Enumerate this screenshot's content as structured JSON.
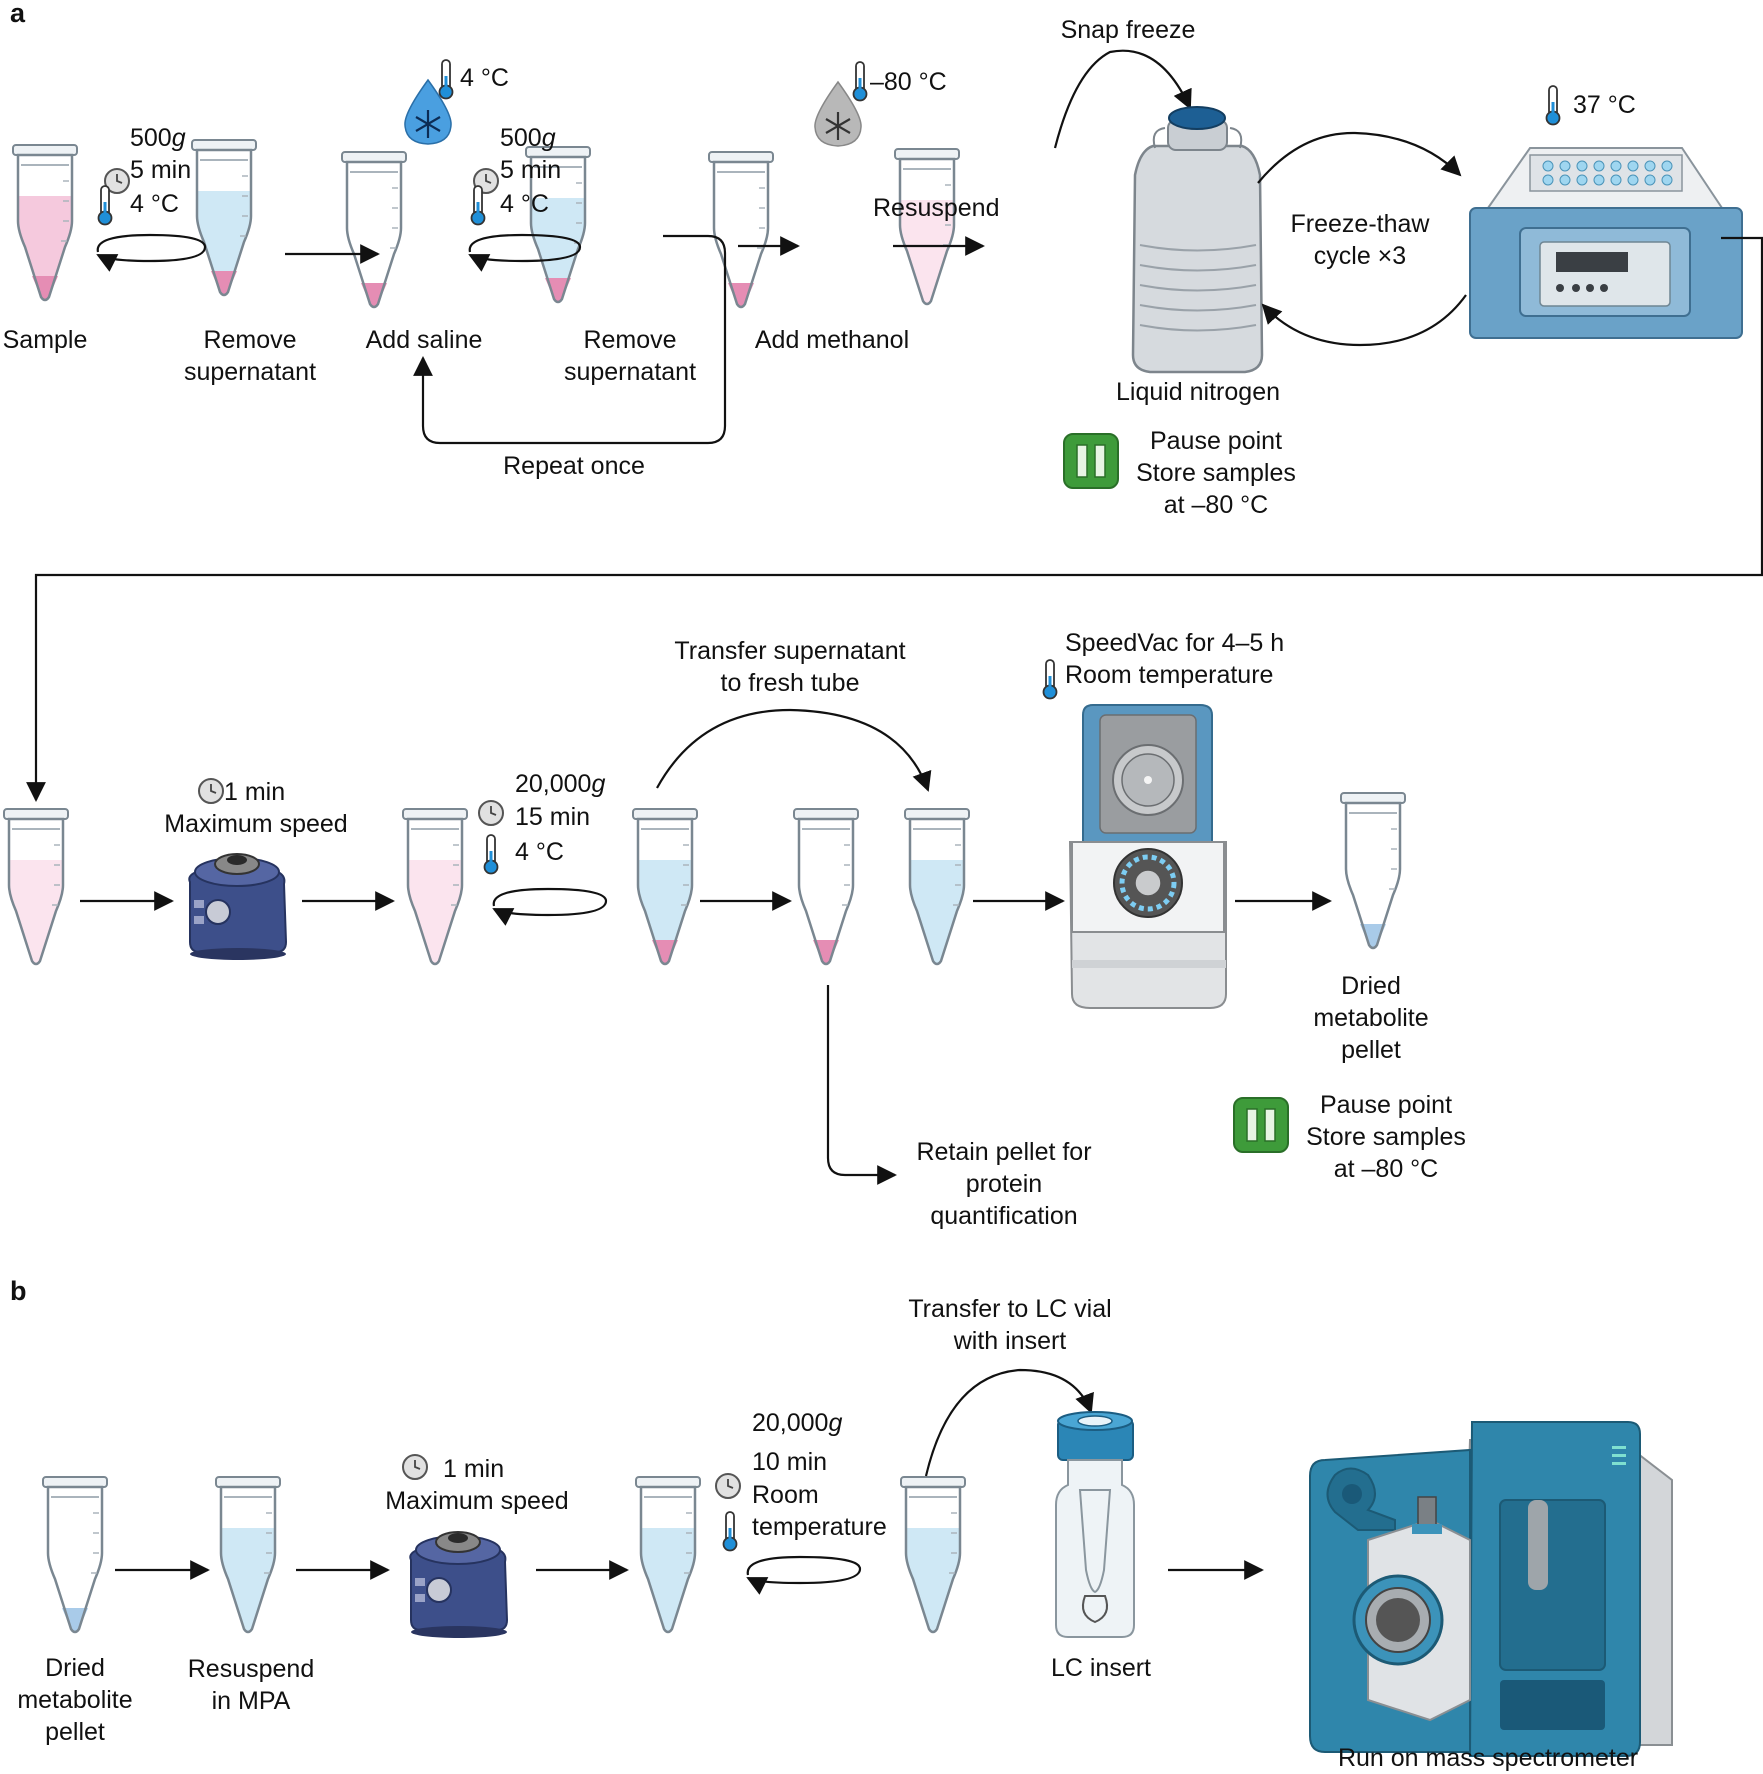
{
  "panel_a": {
    "letter": "a",
    "sample": "Sample",
    "spin1": {
      "force": "500",
      "unit": "g",
      "time": "5 min",
      "temp": "4 °C"
    },
    "remove_sup_1": [
      "Remove",
      "supernatant"
    ],
    "saline_temp": "4 °C",
    "add_saline": "Add saline",
    "spin2": {
      "force": "500",
      "unit": "g",
      "time": "5 min",
      "temp": "4 °C"
    },
    "remove_sup_2": [
      "Remove",
      "supernatant"
    ],
    "repeat_once": "Repeat once",
    "methanol_temp": "–80 °C",
    "add_methanol": "Add methanol",
    "resuspend": "Resuspend",
    "snap_freeze": "Snap freeze",
    "liquid_nitrogen": "Liquid nitrogen",
    "freeze_thaw": [
      "Freeze-thaw",
      "cycle ×3"
    ],
    "incubator_temp": "37 °C",
    "pause1": [
      "Pause point",
      "Store samples",
      "at –80 °C"
    ],
    "vortex1": {
      "time": "1 min",
      "speed": "Maximum speed"
    },
    "spin3": {
      "force": "20,000",
      "unit": "g",
      "time": "15 min",
      "temp": "4 °C"
    },
    "transfer_sup": [
      "Transfer supernatant",
      "to fresh tube"
    ],
    "speedvac": [
      "SpeedVac for 4–5 h",
      "Room temperature"
    ],
    "dried_pellet": [
      "Dried",
      "metabolite",
      "pellet"
    ],
    "retain_pellet": [
      "Retain pellet for",
      "protein",
      "quantification"
    ],
    "pause2": [
      "Pause point",
      "Store samples",
      "at –80 °C"
    ]
  },
  "panel_b": {
    "letter": "b",
    "dried_pellet": [
      "Dried",
      "metabolite",
      "pellet"
    ],
    "resuspend_mpa": [
      "Resuspend",
      "in MPA"
    ],
    "vortex": {
      "time": "1 min",
      "speed": "Maximum speed"
    },
    "spin": {
      "force": "20,000",
      "unit": "g",
      "time": "10 min",
      "temp": [
        "Room",
        "temperature"
      ]
    },
    "transfer_lc": [
      "Transfer to LC vial",
      "with insert"
    ],
    "lc_insert": "LC insert",
    "ms": "Run on mass spectrometer"
  },
  "colors": {
    "pink_liquid": "#f7d7e6",
    "pink_pellet": "#e58db4",
    "blue_liquid": "#cfe8f5",
    "blue_pellet": "#a9cbe9",
    "pause_green": "#3e9b3a",
    "instrument_teal": "#2a8bb0"
  },
  "icons": [
    "clock-icon",
    "thermometer-icon",
    "ice-drop-icon",
    "pause-icon",
    "vortex-mixer-icon",
    "dewar-icon",
    "incubator-icon",
    "speedvac-icon",
    "lc-vial-icon",
    "mass-spectrometer-icon"
  ]
}
